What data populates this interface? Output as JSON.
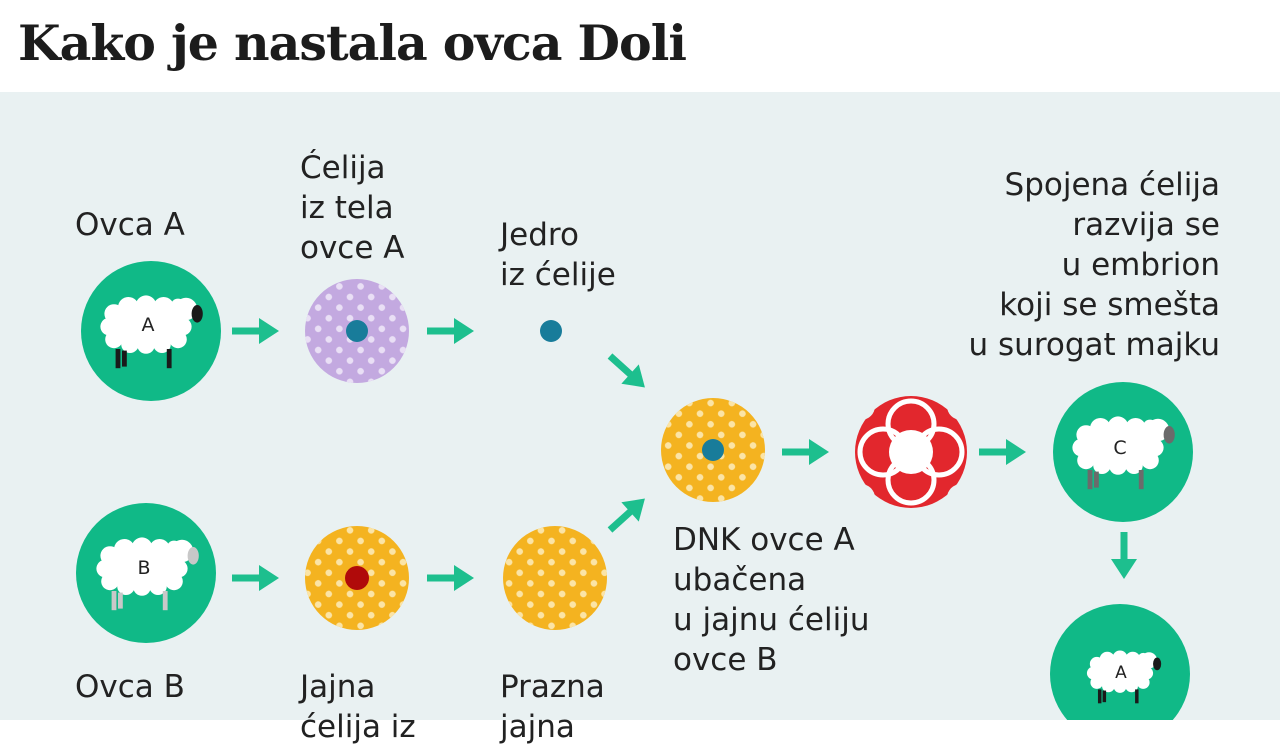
{
  "title": "Kako je nastala ovca Doli",
  "labels": {
    "ovca_a": "Ovca A",
    "celija_tela": "Ćelija\niz tela\novce A",
    "jedro": "Jedro\niz ćelije",
    "ovca_b": "Ovca B",
    "jajna": "Jajna\nćelija iz",
    "prazna": "Prazna\njajna",
    "dnk": "DNK ovce A\nubačena\nu jajnu ćeliju\novce B",
    "spojena": "Spojena ćelija\nrazvija se\nu embrion\nkoji se smešta\nu surogat majku"
  },
  "sheep_letters": {
    "a": "A",
    "b": "B",
    "c": "C",
    "clone": "A"
  },
  "colors": {
    "green": "#10b987",
    "arrow": "#1dbf8e",
    "purple_cell": "#c3a9e0",
    "orange_cell": "#f4b320",
    "nucleus_a": "#187c9a",
    "nucleus_b": "#b00a0a",
    "embryo": "#e2272d",
    "background": "#e9f1f2"
  },
  "icons": [
    "sheep-icon",
    "cell-icon",
    "nucleus-icon",
    "embryo-icon",
    "arrow-icon"
  ]
}
